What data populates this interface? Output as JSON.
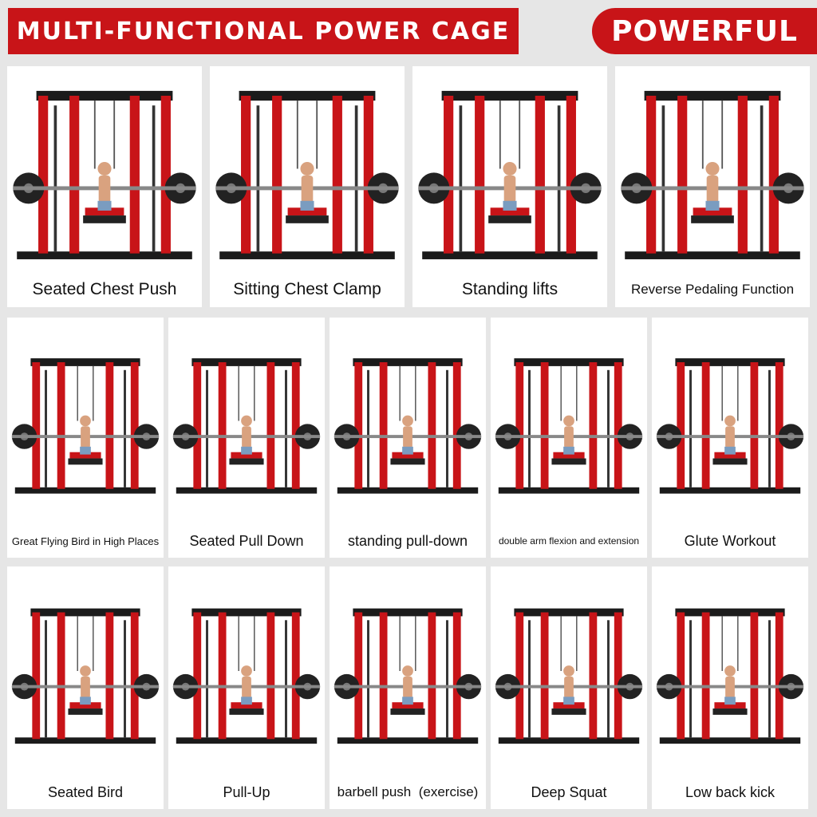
{
  "header": {
    "title": "MULTI-FUNCTIONAL POWER CAGE",
    "badge": "POWERFUL"
  },
  "colors": {
    "accent": "#c81418",
    "frame_dark": "#1b1b1b",
    "background": "#e6e6e6"
  },
  "exercises": [
    {
      "label": "Seated Chest Push"
    },
    {
      "label": "Sitting Chest Clamp"
    },
    {
      "label": "Standing lifts"
    },
    {
      "label": "Reverse Pedaling Function"
    },
    {
      "label": "Great Flying Bird in High Places"
    },
    {
      "label": "Seated Pull Down"
    },
    {
      "label": "standing pull-down"
    },
    {
      "label": "double arm flexion and extension"
    },
    {
      "label": "Glute Workout"
    },
    {
      "label": "Seated Bird"
    },
    {
      "label": "Pull-Up"
    },
    {
      "label": "barbell push  (exercise)"
    },
    {
      "label": "Deep Squat"
    },
    {
      "label": "Low back kick"
    }
  ]
}
